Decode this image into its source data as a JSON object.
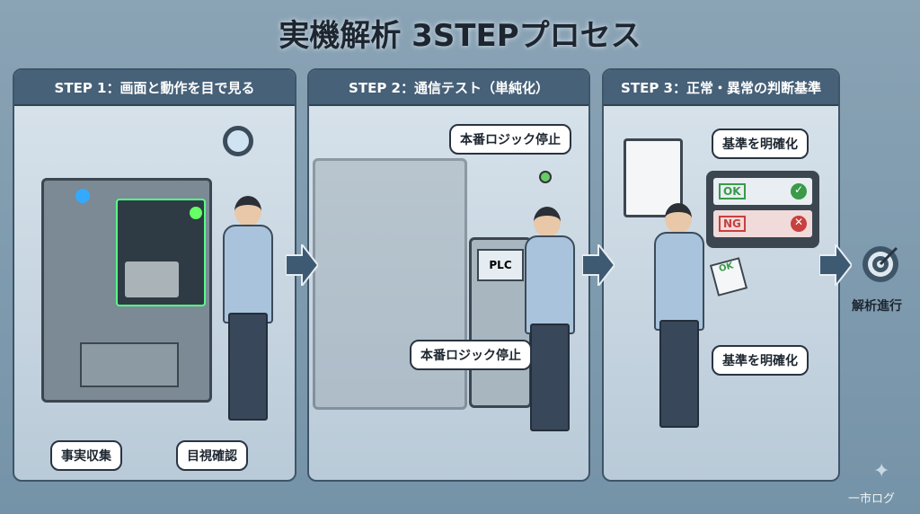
{
  "title": "実機解析 3STEPプロセス",
  "steps": [
    {
      "header": "STEP 1：画面と動作を目で見る",
      "labels": {
        "facts": "事実収集",
        "visual": "目視確認"
      }
    },
    {
      "header": "STEP 2：通信テスト（単純化）",
      "labels": {
        "stop_top": "本番ロジック停止",
        "stop_bottom": "本番ロジック停止",
        "plc": "PLC"
      }
    },
    {
      "header": "STEP 3：正常・異常の判断基準",
      "labels": {
        "criteria_top": "基準を明確化",
        "criteria_bottom": "基準を明確化",
        "ok": "OK",
        "ng": "NG",
        "tablet_ok": "OK"
      }
    }
  ],
  "goal": {
    "label": "解析進行",
    "icon": "target-icon"
  },
  "watermark": "一市ログ",
  "colors": {
    "header": "#466178",
    "background": "#8aa3b5",
    "ok": "#3a9a4a",
    "ng": "#c8403e"
  }
}
